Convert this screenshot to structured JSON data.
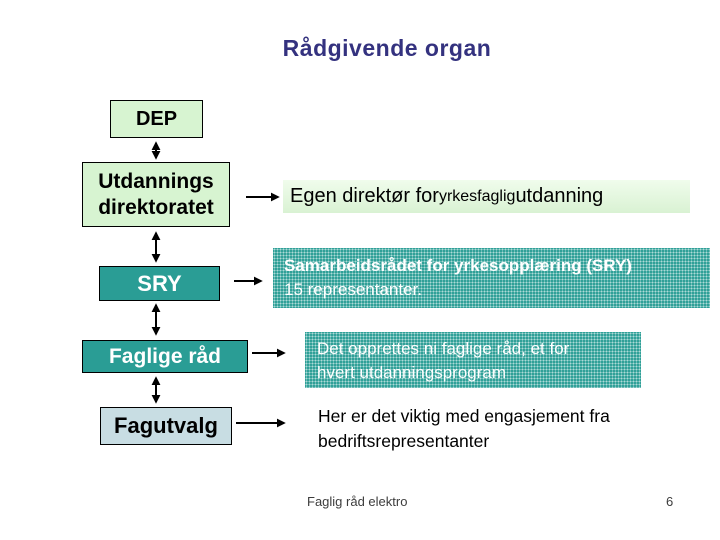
{
  "slide": {
    "title": "Rådgivende organ",
    "footer": {
      "label": "Faglig råd elektro",
      "page_number": "6"
    }
  },
  "boxes": {
    "dep": {
      "label": "DEP"
    },
    "utdanningsdirektoratet": {
      "line1": "Utdannings",
      "line2": "direktoratet"
    },
    "sry": {
      "label": "SRY"
    },
    "faglige_rad": {
      "label": "Faglige råd"
    },
    "fagutvalg": {
      "label": "Fagutvalg"
    }
  },
  "notes": {
    "egen_direktor": {
      "part1": "Egen direktør for",
      "part2": "yrkesfaglig",
      "part3": "utdanning"
    },
    "sry": {
      "line1": "Samarbeidsrådet for yrkesopplæring (SRY)",
      "line2": "15 representanter."
    },
    "faglige_rad": {
      "line1": "Det opprettes ni faglige råd, et for",
      "line2": "hvert utdanningsprogram"
    },
    "fagutvalg": {
      "line1": "Her er det viktig med engasjement fra",
      "line2": "bedriftsrepresentanter"
    }
  },
  "colors": {
    "title_text": "#34327f",
    "box_light_green": "#d7f4d1",
    "note_light_green": "#ddf6d8",
    "box_teal": "#2a9d95",
    "box_blue_gray": "#c8dde3",
    "arrow": "#000000"
  }
}
